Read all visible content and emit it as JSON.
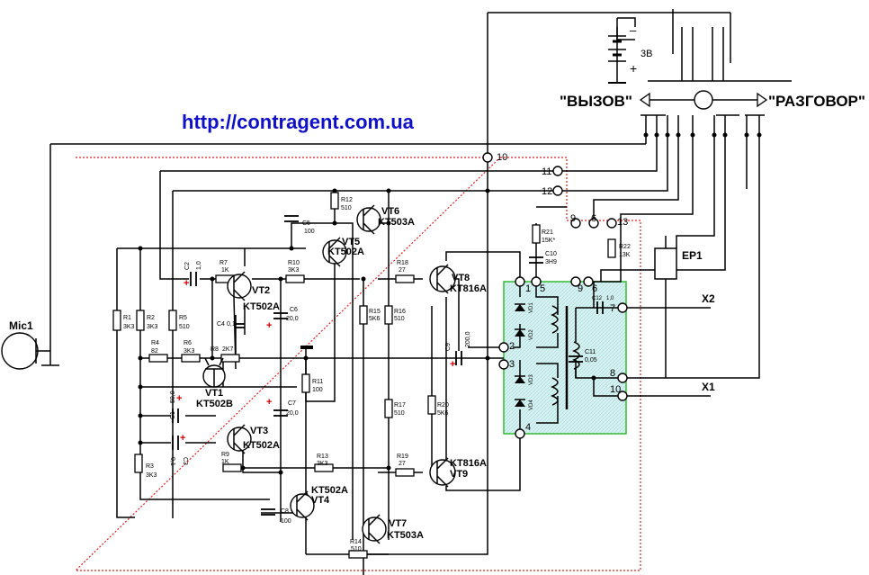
{
  "header": {
    "url": "http://contragent.com.ua"
  },
  "switch": {
    "call_label": "\"ВЫЗОВ\"",
    "talk_label": "\"РАЗГОВОР\""
  },
  "battery": {
    "voltage": "3В",
    "minus": "–",
    "plus": "+"
  },
  "connectors": {
    "mic": "Mic1",
    "earpiece": "EP1",
    "x1": "X1",
    "x2": "X2"
  },
  "nodes": [
    "10",
    "11",
    "12",
    "9",
    "6",
    "13",
    "1",
    "5",
    "9",
    "6",
    "7",
    "2",
    "3",
    "8",
    "10",
    "4"
  ],
  "transistors": [
    {
      "ref": "VT1",
      "type": "KT502B"
    },
    {
      "ref": "VT2",
      "type": "KT502A"
    },
    {
      "ref": "VT3",
      "type": "KT502A"
    },
    {
      "ref": "VT4",
      "type": "KT502A"
    },
    {
      "ref": "VT5",
      "type": "KT502A"
    },
    {
      "ref": "VT6",
      "type": "KT503A"
    },
    {
      "ref": "VT7",
      "type": "KT503A"
    },
    {
      "ref": "VT8",
      "type": "KT816A"
    },
    {
      "ref": "VT9",
      "type": "KT816A"
    }
  ],
  "resistors": [
    {
      "ref": "R1",
      "value": "3K3"
    },
    {
      "ref": "R2",
      "value": "3K3"
    },
    {
      "ref": "R3",
      "value": "3K3"
    },
    {
      "ref": "R4",
      "value": "82"
    },
    {
      "ref": "R5",
      "value": "510"
    },
    {
      "ref": "R6",
      "value": "3K3"
    },
    {
      "ref": "R7",
      "value": "1K"
    },
    {
      "ref": "R8",
      "value": "2K7"
    },
    {
      "ref": "R9",
      "value": "1K"
    },
    {
      "ref": "R10",
      "value": "3K3"
    },
    {
      "ref": "R11",
      "value": "100"
    },
    {
      "ref": "R12",
      "value": "510"
    },
    {
      "ref": "R13",
      "value": "3K3"
    },
    {
      "ref": "R14",
      "value": "510"
    },
    {
      "ref": "R15",
      "value": "5K6"
    },
    {
      "ref": "R16",
      "value": "510"
    },
    {
      "ref": "R17",
      "value": "510"
    },
    {
      "ref": "R18",
      "value": "27"
    },
    {
      "ref": "R19",
      "value": "27"
    },
    {
      "ref": "R20",
      "value": "5K6"
    },
    {
      "ref": "R21",
      "value": "15K*"
    },
    {
      "ref": "R22",
      "value": "13K"
    }
  ],
  "capacitors": [
    {
      "ref": "C1",
      "value": "50,0"
    },
    {
      "ref": "C2",
      "value": "1,0"
    },
    {
      "ref": "C3",
      "value": "0,1"
    },
    {
      "ref": "C4",
      "value": "0,1"
    },
    {
      "ref": "C5",
      "value": "100"
    },
    {
      "ref": "C6",
      "value": "20,0"
    },
    {
      "ref": "C7",
      "value": "20,0"
    },
    {
      "ref": "C8",
      "value": "100"
    },
    {
      "ref": "C9",
      "value": "200,0"
    },
    {
      "ref": "C10",
      "value": "3Н9"
    },
    {
      "ref": "C11",
      "value": "0,05"
    },
    {
      "ref": "C12",
      "value": "1,0"
    }
  ],
  "diodes": [
    "VD1",
    "VD2",
    "VD3",
    "VD4"
  ],
  "colors": {
    "url": "#1010c8",
    "hybrid_fill": "#c8ecec",
    "hybrid_border": "#33bb33",
    "boundary": "#dd2222",
    "polarity": "#cc0000"
  }
}
